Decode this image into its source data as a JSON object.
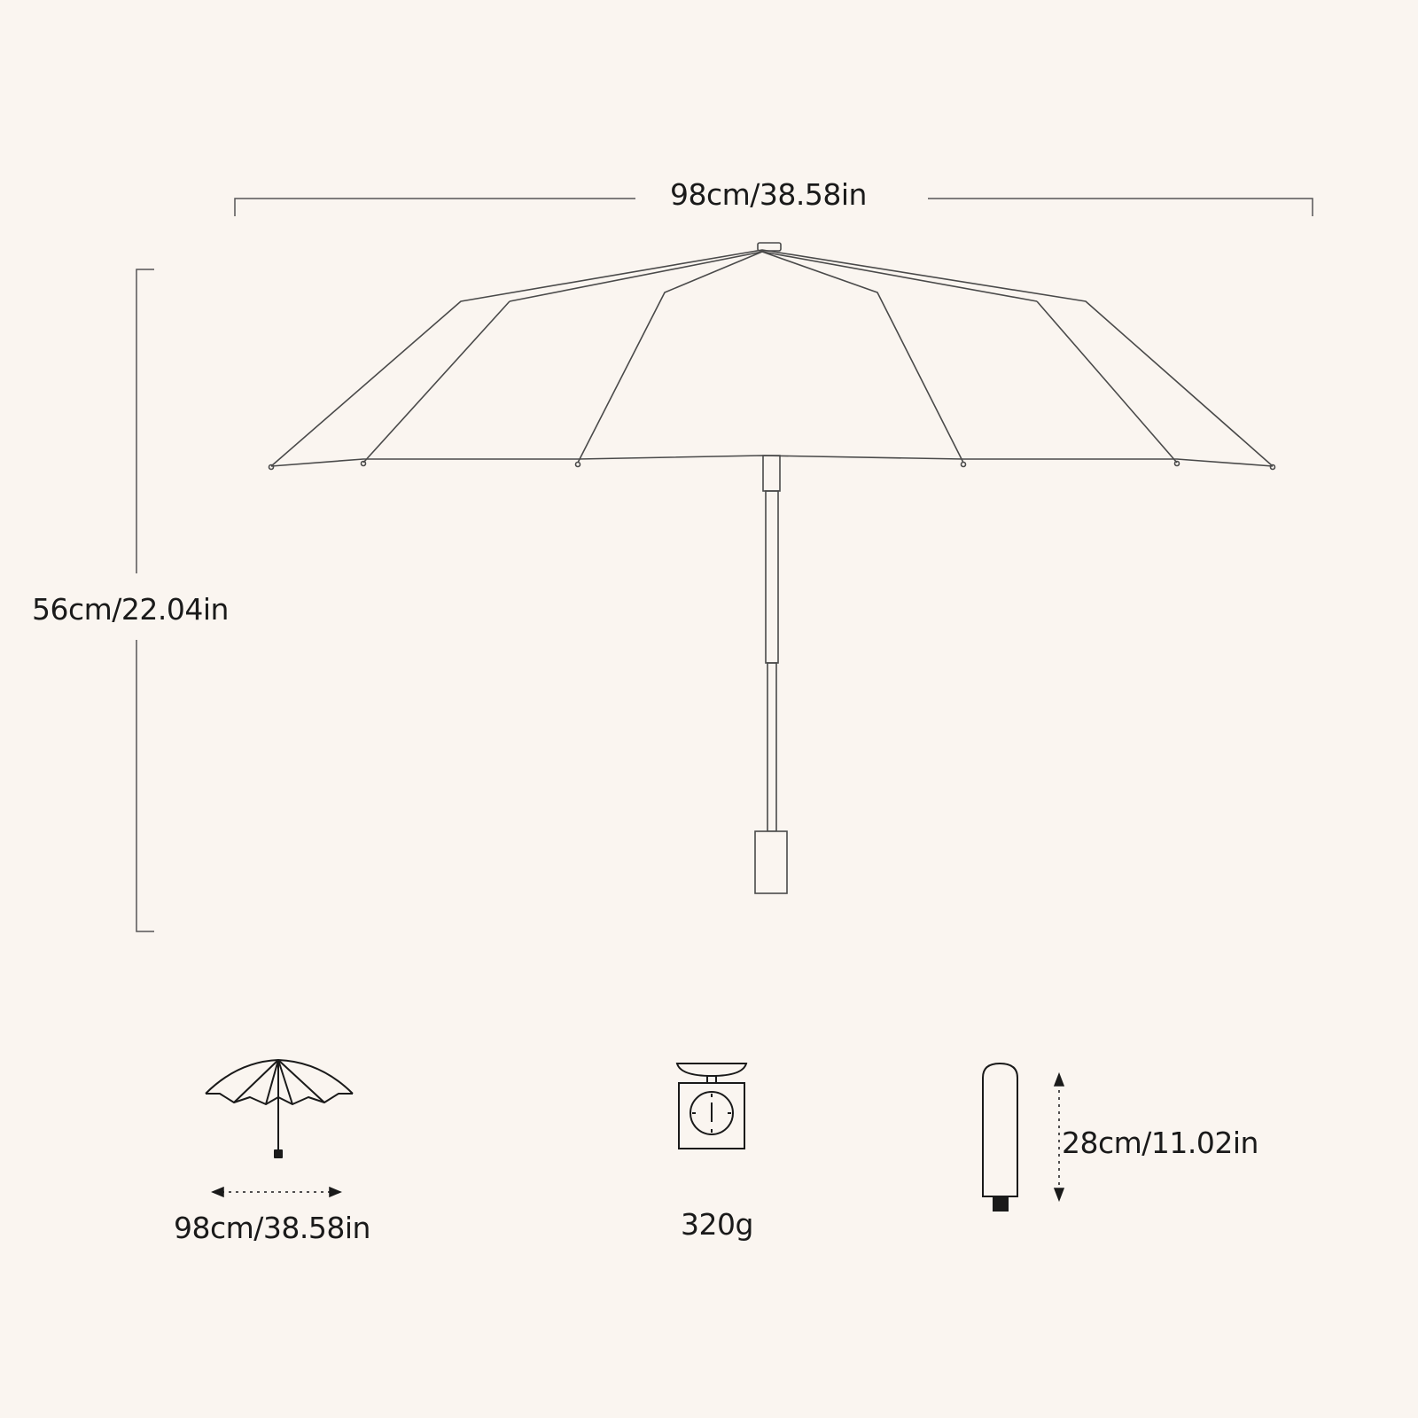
{
  "dimensions": {
    "open_width": "98cm/38.58in",
    "open_height": "56cm/22.04in"
  },
  "specs": {
    "diameter": "98cm/38.58in",
    "weight": "320g",
    "folded_length": "28cm/11.02in"
  },
  "icons": {
    "umbrella": "umbrella-icon",
    "scale": "scale-icon",
    "folded": "folded-umbrella-icon"
  },
  "colors": {
    "background": "#faf5f0",
    "line": "#1a1a1a",
    "canopy_line": "#4a4a4a"
  }
}
